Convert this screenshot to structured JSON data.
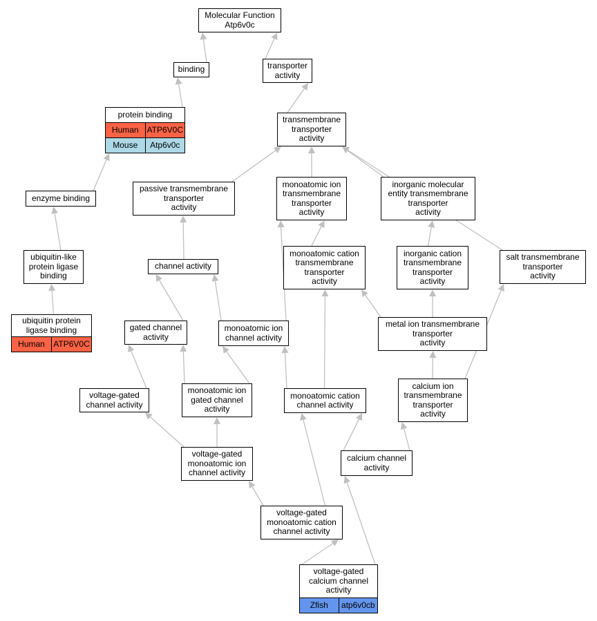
{
  "colors": {
    "edge": "#c0c0c0",
    "node_border": "#000000",
    "species": {
      "Human": "#fb6246",
      "Mouse": "#add8e6",
      "Zfish": "#6495ed"
    }
  },
  "nodes": [
    {
      "id": "mf",
      "label": "Molecular Function\nAtp6v0c"
    },
    {
      "id": "binding",
      "label": "binding"
    },
    {
      "id": "transporter",
      "label": "transporter\nactivity"
    },
    {
      "id": "protein_binding",
      "label": "protein binding",
      "annotations": [
        {
          "species": "Human",
          "gene": "ATP6V0C"
        },
        {
          "species": "Mouse",
          "gene": "Atp6v0c"
        }
      ]
    },
    {
      "id": "tm_transporter",
      "label": "transmembrane\ntransporter\nactivity"
    },
    {
      "id": "enzyme_binding",
      "label": "enzyme binding"
    },
    {
      "id": "passive_tm",
      "label": "passive transmembrane\ntransporter\nactivity"
    },
    {
      "id": "ion_tm",
      "label": "monoatomic ion\ntransmembrane\ntransporter\nactivity"
    },
    {
      "id": "inorganic_tm",
      "label": "inorganic molecular\nentity transmembrane\ntransporter\nactivity"
    },
    {
      "id": "ubl_binding",
      "label": "ubiquitin-like\nprotein ligase\nbinding"
    },
    {
      "id": "channel",
      "label": "channel activity"
    },
    {
      "id": "cation_tm",
      "label": "monoatomic cation\ntransmembrane\ntransporter\nactivity"
    },
    {
      "id": "inorganic_cation_tm",
      "label": "inorganic cation\ntransmembrane\ntransporter\nactivity"
    },
    {
      "id": "salt_tm",
      "label": "salt transmembrane\ntransporter\nactivity"
    },
    {
      "id": "ub_binding",
      "label": "ubiquitin protein\nligase binding",
      "annotations": [
        {
          "species": "Human",
          "gene": "ATP6V0C"
        }
      ]
    },
    {
      "id": "gated_channel",
      "label": "gated channel\nactivity"
    },
    {
      "id": "ion_channel",
      "label": "monoatomic ion\nchannel activity"
    },
    {
      "id": "metal_tm",
      "label": "metal ion transmembrane\ntransporter\nactivity"
    },
    {
      "id": "vg_channel",
      "label": "voltage-gated\nchannel activity"
    },
    {
      "id": "ion_gated",
      "label": "monoatomic ion\ngated channel\nactivity"
    },
    {
      "id": "cation_channel",
      "label": "monoatomic cation\nchannel activity"
    },
    {
      "id": "calcium_tm",
      "label": "calcium ion\ntransmembrane\ntransporter\nactivity"
    },
    {
      "id": "vg_ion_channel",
      "label": "voltage-gated\nmonoatomic ion\nchannel activity"
    },
    {
      "id": "calcium_channel",
      "label": "calcium channel\nactivity"
    },
    {
      "id": "vg_cation_channel",
      "label": "voltage-gated\nmonoatomic cation\nchannel activity"
    },
    {
      "id": "vg_calcium_channel",
      "label": "voltage-gated\ncalcium channel\nactivity",
      "annotations": [
        {
          "species": "Zfish",
          "gene": "atp6v0cb"
        }
      ]
    }
  ],
  "edges": [
    {
      "from": "binding",
      "to": "mf"
    },
    {
      "from": "transporter",
      "to": "mf"
    },
    {
      "from": "protein_binding",
      "to": "binding"
    },
    {
      "from": "tm_transporter",
      "to": "transporter"
    },
    {
      "from": "enzyme_binding",
      "to": "protein_binding"
    },
    {
      "from": "passive_tm",
      "to": "tm_transporter"
    },
    {
      "from": "ion_tm",
      "to": "tm_transporter"
    },
    {
      "from": "inorganic_tm",
      "to": "tm_transporter"
    },
    {
      "from": "salt_tm",
      "to": "tm_transporter"
    },
    {
      "from": "ubl_binding",
      "to": "enzyme_binding"
    },
    {
      "from": "channel",
      "to": "passive_tm"
    },
    {
      "from": "cation_tm",
      "to": "ion_tm"
    },
    {
      "from": "inorganic_cation_tm",
      "to": "inorganic_tm"
    },
    {
      "from": "ub_binding",
      "to": "ubl_binding"
    },
    {
      "from": "gated_channel",
      "to": "channel"
    },
    {
      "from": "ion_channel",
      "to": "channel"
    },
    {
      "from": "ion_channel",
      "to": "ion_tm"
    },
    {
      "from": "metal_tm",
      "to": "cation_tm"
    },
    {
      "from": "metal_tm",
      "to": "inorganic_cation_tm"
    },
    {
      "from": "vg_channel",
      "to": "gated_channel"
    },
    {
      "from": "ion_gated",
      "to": "gated_channel"
    },
    {
      "from": "ion_gated",
      "to": "ion_channel"
    },
    {
      "from": "cation_channel",
      "to": "ion_channel"
    },
    {
      "from": "cation_channel",
      "to": "cation_tm"
    },
    {
      "from": "calcium_tm",
      "to": "metal_tm"
    },
    {
      "from": "calcium_tm",
      "to": "salt_tm"
    },
    {
      "from": "vg_ion_channel",
      "to": "vg_channel"
    },
    {
      "from": "vg_ion_channel",
      "to": "ion_gated"
    },
    {
      "from": "calcium_channel",
      "to": "cation_channel"
    },
    {
      "from": "calcium_channel",
      "to": "calcium_tm"
    },
    {
      "from": "vg_cation_channel",
      "to": "vg_ion_channel"
    },
    {
      "from": "vg_cation_channel",
      "to": "cation_channel"
    },
    {
      "from": "vg_calcium_channel",
      "to": "vg_cation_channel"
    },
    {
      "from": "vg_calcium_channel",
      "to": "calcium_channel"
    }
  ]
}
